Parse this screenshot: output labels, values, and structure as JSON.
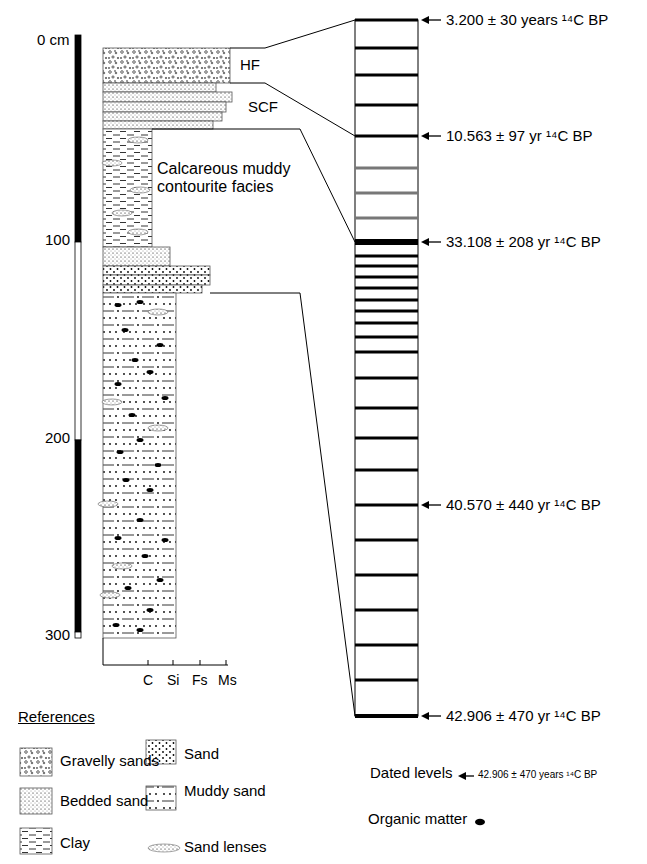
{
  "diagram": {
    "labels": [
      "0 cm",
      "HF",
      "SCF",
      "Calcareous muddy contourite facies",
      "100",
      "200",
      "300",
      "C",
      "Si",
      "Fs",
      "Ms",
      "References",
      "3.200 ± 30 years ¹⁴C BP",
      "10.563 ± 97 yr ¹⁴C BP",
      "33.108 ± 208 yr ¹⁴C BP",
      "40.570 ± 440 yr ¹⁴C BP",
      "42.906 ± 470 yr ¹⁴C BP",
      "42.906 ± 470 years ¹⁴C BP"
    ],
    "legend": [
      {
        "text": "Gravelly sands"
      },
      {
        "text": "Sand"
      },
      {
        "text": "Bedded sand"
      },
      {
        "text": "Muddy sand"
      },
      {
        "text": "Clay"
      },
      {
        "text": "Sand lenses"
      },
      {
        "text": "Dated levels"
      },
      {
        "text": "Organic matter"
      }
    ]
  }
}
